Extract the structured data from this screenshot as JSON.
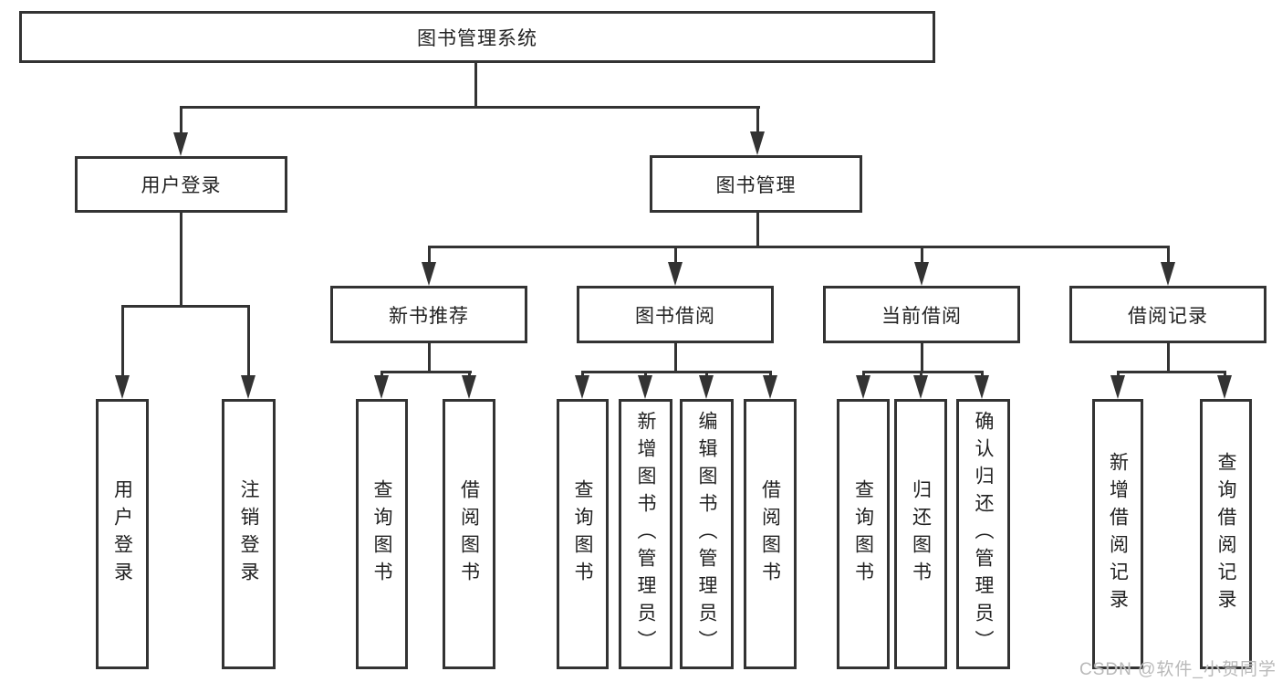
{
  "diagram": {
    "root": {
      "label": "图书管理系统"
    },
    "level2": [
      {
        "label": "用户登录"
      },
      {
        "label": "图书管理"
      }
    ],
    "level3": [
      {
        "label": "新书推荐"
      },
      {
        "label": "图书借阅"
      },
      {
        "label": "当前借阅"
      },
      {
        "label": "借阅记录"
      }
    ],
    "leaves": {
      "user_login": [
        "用户登录",
        "注销登录"
      ],
      "new_books": [
        "查询图书",
        "借阅图书"
      ],
      "book_borrow": [
        "查询图书",
        "新增图书（管理员）",
        "编辑图书（管理员）",
        "借阅图书"
      ],
      "current_borrow": [
        "查询图书",
        "归还图书",
        "确认归还（管理员）"
      ],
      "borrow_records": [
        "新增借阅记录",
        "查询借阅记录"
      ]
    },
    "watermark": "CSDN @软件_小贺同学",
    "colors": {
      "line": "#333333",
      "background": "#ffffff",
      "watermark": "#b9b9b9"
    }
  }
}
